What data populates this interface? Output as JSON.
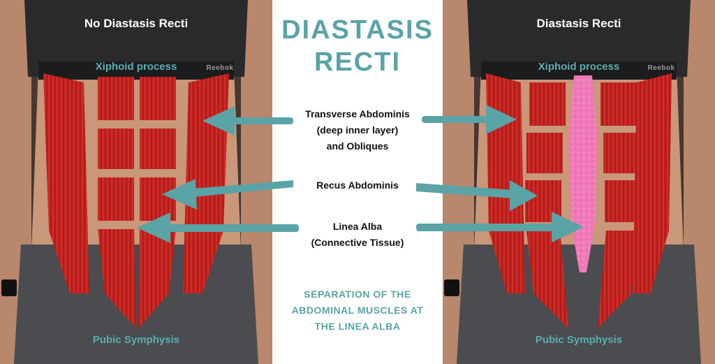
{
  "left_panel": {
    "title": "No Diastasis Recti",
    "top_landmark": "Xiphoid process",
    "bottom_landmark": "Pubic Symphysis",
    "brand": "Reebok"
  },
  "right_panel": {
    "title": "Diastasis Recti",
    "top_landmark": "Xiphoid process",
    "bottom_landmark": "Pubic Symphysis",
    "brand": "Reebok"
  },
  "center": {
    "title_line1": "DIASTASIS",
    "title_line2": "RECTI",
    "labels": [
      {
        "lines": [
          "Transverse Abdominis",
          "(deep inner layer)",
          "and Obliques"
        ]
      },
      {
        "lines": [
          "Recus Abdominis"
        ]
      },
      {
        "lines": [
          "Linea Alba",
          "(Connective Tissue)"
        ]
      }
    ],
    "caption_lines": [
      "SEPARATION OF THE",
      "ABDOMINAL MUSCLES AT",
      "THE LINEA ALBA"
    ]
  },
  "colors": {
    "accent_teal": "#5aa3a6",
    "muscle_red": "#c4221f",
    "skin": "#c99779",
    "linea_alba_pink": "#f07ab8"
  }
}
